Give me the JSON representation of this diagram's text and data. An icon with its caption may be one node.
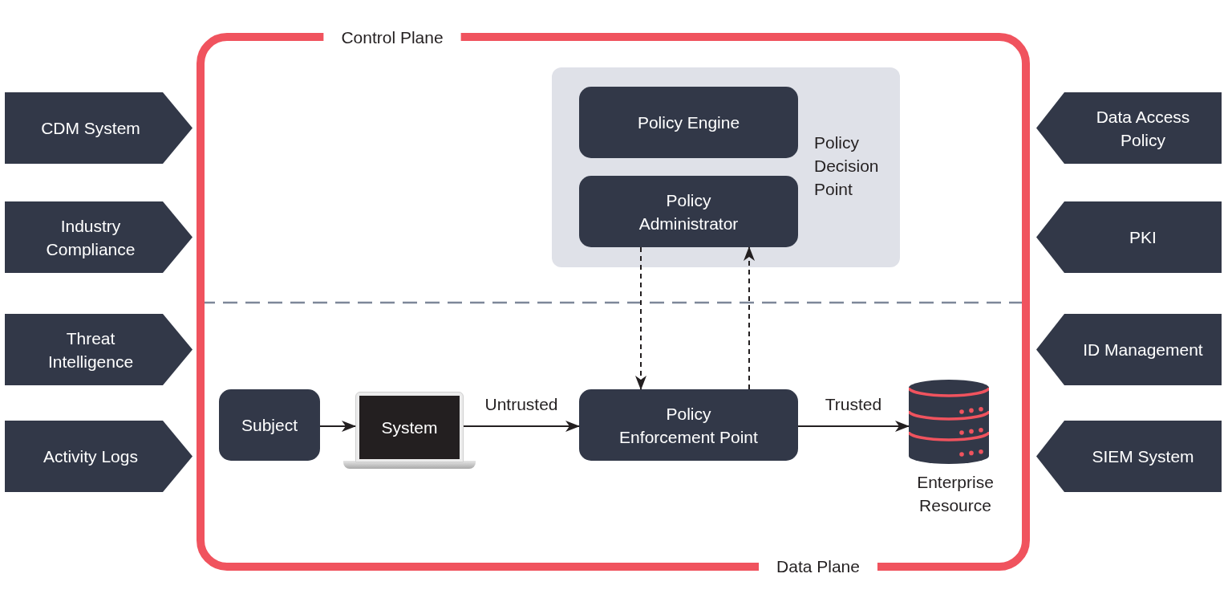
{
  "diagram": {
    "nodes": [
      {
        "text": [
          "CDM System"
        ]
      },
      {
        "text": [
          "Industry Compliance"
        ]
      },
      {
        "text": [
          "Threat Intelligence"
        ]
      },
      {
        "text": [
          "Activity Logs"
        ]
      },
      {
        "text": [
          "Control Plane",
          "Data Plane"
        ]
      },
      {
        "text": [
          "Policy Decision Point"
        ],
        "in": 4
      },
      {
        "text": [
          "Policy Engine"
        ],
        "in": 5
      },
      {
        "text": [
          "Policy Administrator"
        ],
        "in": 5
      },
      {
        "text": [
          "Subject"
        ],
        "in": 4
      },
      {
        "text": [
          "System"
        ],
        "in": 4
      },
      {
        "text": [
          "Policy Enforcement Point"
        ],
        "in": 4
      },
      {
        "text": [],
        "shape": "cylinder",
        "beside": [
          "Enterprise Resource"
        ],
        "in": 4
      },
      {
        "text": [
          "Data Access Policy"
        ]
      },
      {
        "text": [
          "PKI"
        ]
      },
      {
        "text": [
          "ID Management"
        ]
      },
      {
        "text": [
          "SIEM System"
        ]
      }
    ],
    "edges": [
      {
        "from": 8,
        "to": 9,
        "arrow": "to"
      },
      {
        "from": 9,
        "to": 10,
        "arrow": "to",
        "label": "Untrusted"
      },
      {
        "from": 10,
        "to": 11,
        "arrow": "to",
        "label": "Trusted"
      },
      {
        "from": 7,
        "to": 10,
        "arrow": "to",
        "style": "dashed"
      },
      {
        "from": 10,
        "to": 7,
        "arrow": "to",
        "style": "dashed"
      }
    ]
  }
}
